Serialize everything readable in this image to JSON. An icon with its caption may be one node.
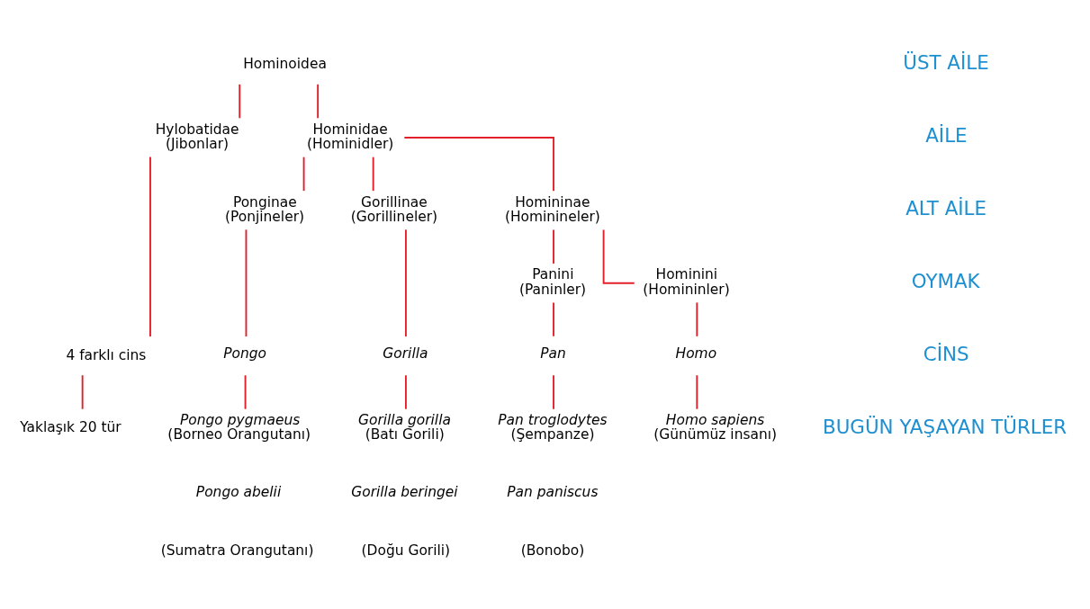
{
  "diagram": {
    "nodes": [
      {
        "text": [
          "Hominoidea"
        ]
      },
      {
        "text": [
          "Hylobatidae",
          "(Jibonlar)"
        ]
      },
      {
        "text": [
          "Hominidae",
          "(Hominidler)"
        ]
      },
      {
        "text": [
          "Ponginae",
          "(Ponjineler)"
        ]
      },
      {
        "text": [
          "Gorillinae",
          "(Gorillineler)"
        ]
      },
      {
        "text": [
          "Homininae",
          "(Hominineler)"
        ]
      },
      {
        "text": [
          "Panini",
          "(Paninler)"
        ]
      },
      {
        "text": [
          "Hominini",
          "(Homininler)"
        ]
      },
      {
        "text": [
          "4 farklı cins"
        ]
      },
      {
        "text": [
          "Pongo"
        ]
      },
      {
        "text": [
          "Gorilla"
        ]
      },
      {
        "text": [
          "Pan"
        ]
      },
      {
        "text": [
          "Homo"
        ]
      },
      {
        "text": [
          "Yaklaşık 20 tür"
        ]
      },
      {
        "text": [
          "Pongo pygmaeus",
          "(Borneo Orangutanı)"
        ]
      },
      {
        "text": [
          "Gorilla gorilla",
          "(Batı Gorili)"
        ]
      },
      {
        "text": [
          "Pan troglodytes",
          "(Şempanze)"
        ]
      },
      {
        "text": [
          "Homo sapiens",
          "(Günümüz insanı)"
        ]
      }
    ],
    "edges": [
      {
        "from": 0,
        "to": 1,
        "arrow": "none"
      },
      {
        "from": 0,
        "to": 2,
        "arrow": "none"
      },
      {
        "from": 2,
        "to": 3,
        "arrow": "none"
      },
      {
        "from": 2,
        "to": 4,
        "arrow": "none"
      },
      {
        "from": 2,
        "to": 5,
        "arrow": "none"
      },
      {
        "from": 5,
        "to": 6,
        "arrow": "none"
      },
      {
        "from": 5,
        "to": 7,
        "arrow": "none"
      },
      {
        "from": 1,
        "to": 8,
        "arrow": "none"
      },
      {
        "from": 3,
        "to": 9,
        "arrow": "none"
      },
      {
        "from": 4,
        "to": 10,
        "arrow": "none"
      },
      {
        "from": 6,
        "to": 11,
        "arrow": "none"
      },
      {
        "from": 7,
        "to": 12,
        "arrow": "none"
      },
      {
        "from": 8,
        "to": 13,
        "arrow": "none"
      },
      {
        "from": 9,
        "to": 14,
        "arrow": "none"
      },
      {
        "from": 10,
        "to": 15,
        "arrow": "none"
      },
      {
        "from": 11,
        "to": 16,
        "arrow": "none"
      },
      {
        "from": 12,
        "to": 17,
        "arrow": "none"
      }
    ],
    "labels": [
      "ÜST AİLE",
      "AİLE",
      "ALT AİLE",
      "OYMAK",
      "CİNS",
      "BUGÜN YAŞAYAN TÜRLER",
      "Pongo abelii",
      "(Sumatra Orangutanı)",
      "Gorilla beringei",
      "(Doğu Gorili)",
      "Pan paniscus",
      "(Bonobo)"
    ]
  }
}
